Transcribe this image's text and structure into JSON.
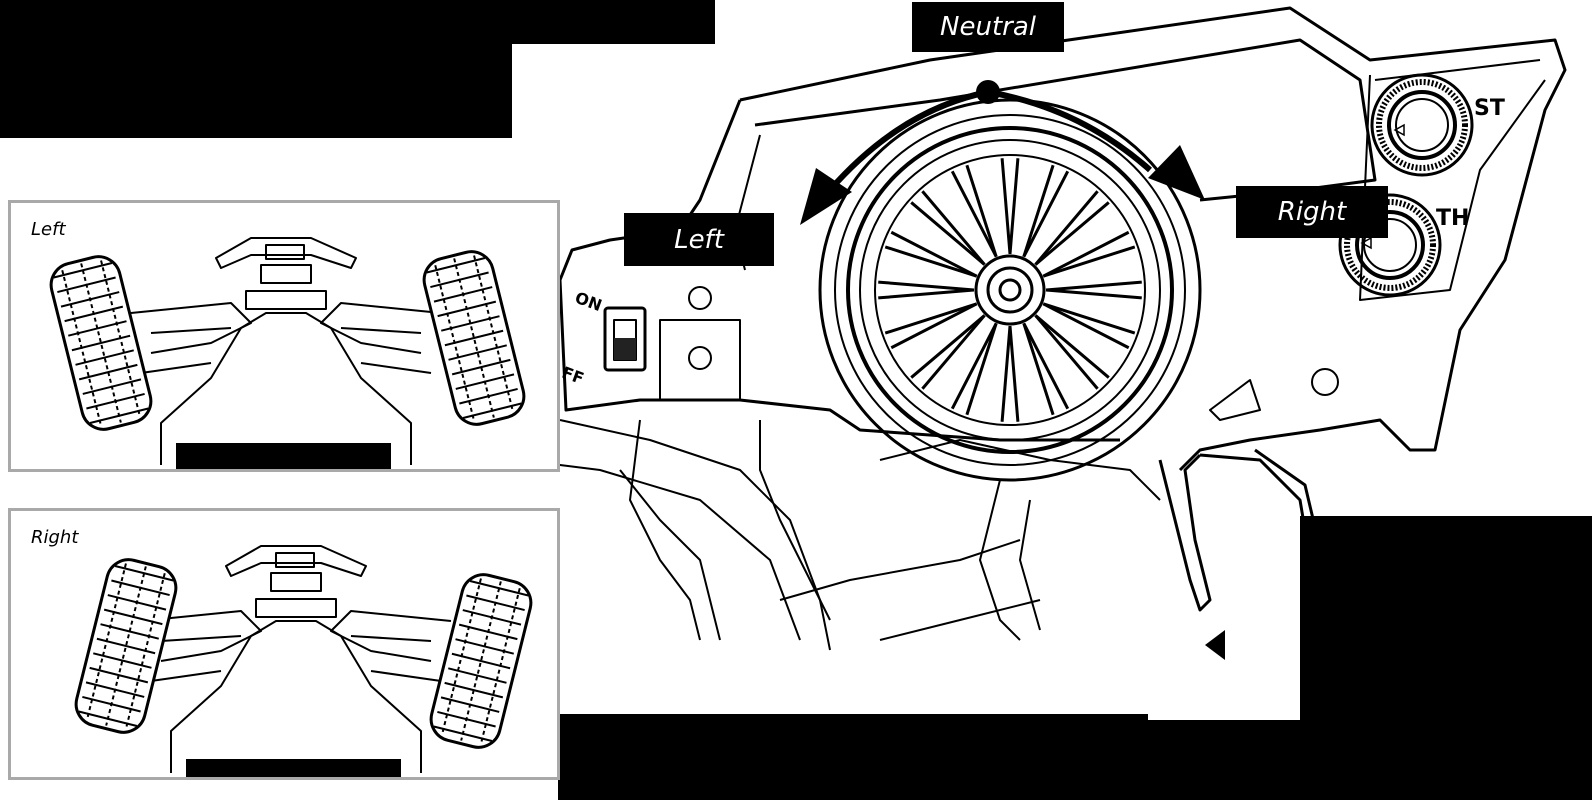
{
  "labels": {
    "neutral": "Neutral",
    "left": "Left",
    "right": "Right"
  },
  "panels": [
    {
      "id": "left",
      "title": "Left"
    },
    {
      "id": "right",
      "title": "Right"
    }
  ],
  "transmitter": {
    "trim_st": "ST",
    "trim_th": "TH",
    "switch_on": "ON",
    "switch_off": "FF"
  },
  "colors": {
    "ink": "#000000",
    "panel_border": "#a9a9a9",
    "label_text": "#ffffff"
  },
  "icons": {
    "steering_wheel": "steering-wheel-icon",
    "throttle_trigger": "throttle-trigger-icon",
    "tire": "tire-icon",
    "arrow": "curved-arrow-icon"
  }
}
